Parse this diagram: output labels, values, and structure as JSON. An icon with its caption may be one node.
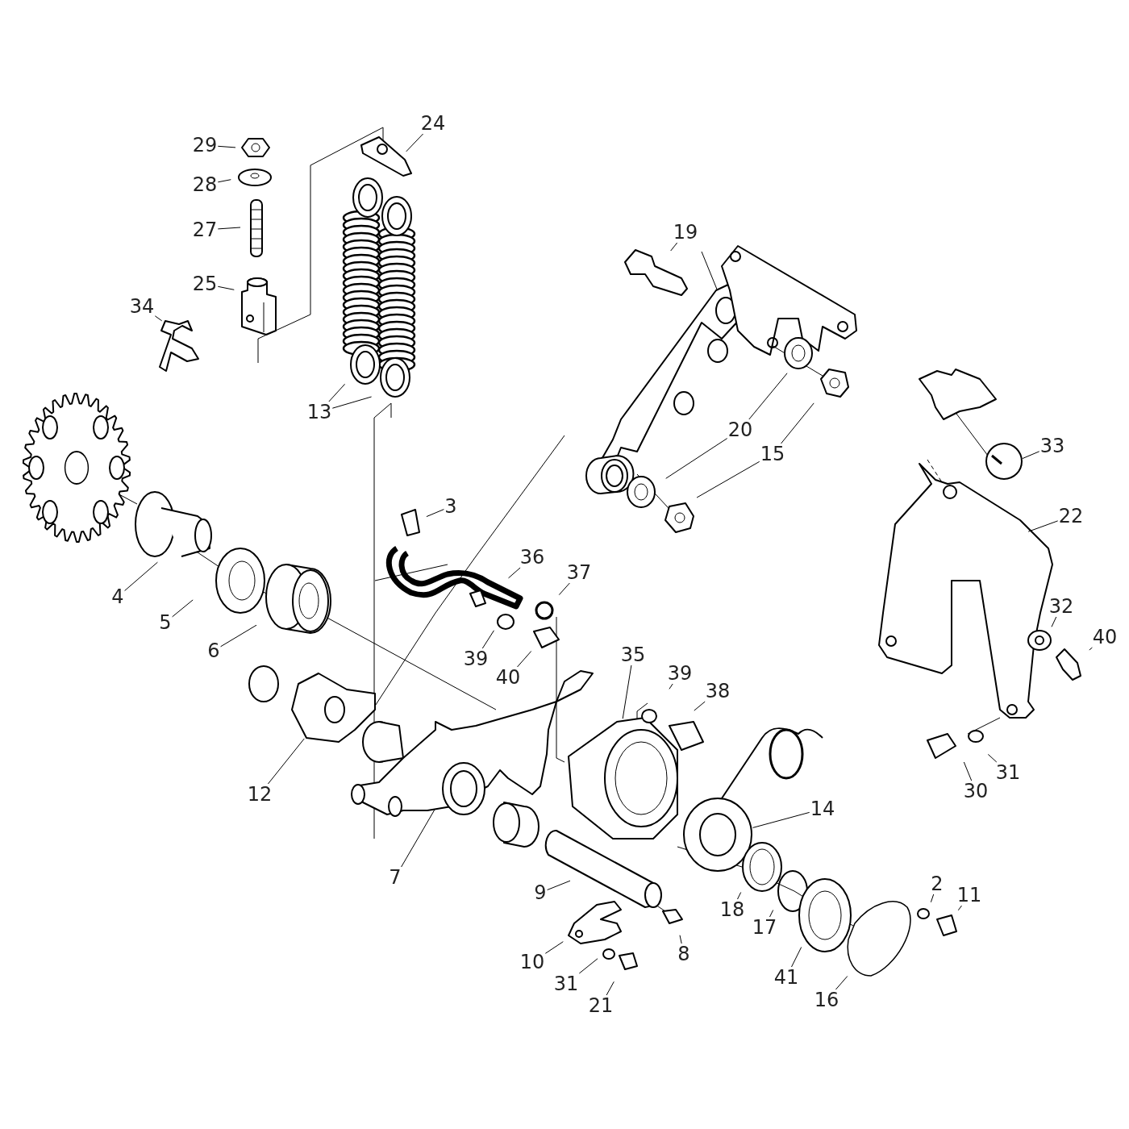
{
  "diagram": {
    "nodes": [
      {
        "text": [
          "24"
        ]
      },
      {
        "text": [
          "29"
        ]
      },
      {
        "text": [
          "28"
        ]
      },
      {
        "text": [
          "27"
        ]
      },
      {
        "text": [
          "19"
        ]
      },
      {
        "text": [
          "25"
        ]
      },
      {
        "text": [
          "34"
        ]
      },
      {
        "text": [
          "13"
        ]
      },
      {
        "text": [
          "20"
        ]
      },
      {
        "text": [
          "33"
        ]
      },
      {
        "text": [
          "15"
        ]
      },
      {
        "text": [
          "3"
        ]
      },
      {
        "text": [
          "22"
        ]
      },
      {
        "text": [
          "36"
        ]
      },
      {
        "text": [
          "37"
        ]
      },
      {
        "text": [
          "4"
        ]
      },
      {
        "text": [
          "32"
        ]
      },
      {
        "text": [
          "5"
        ]
      },
      {
        "text": [
          "40"
        ]
      },
      {
        "text": [
          "6"
        ]
      },
      {
        "text": [
          "35"
        ]
      },
      {
        "text": [
          "39"
        ]
      },
      {
        "text": [
          "39"
        ]
      },
      {
        "text": [
          "40"
        ]
      },
      {
        "text": [
          "38"
        ]
      },
      {
        "text": [
          "31"
        ]
      },
      {
        "text": [
          "30"
        ]
      },
      {
        "text": [
          "12"
        ]
      },
      {
        "text": [
          "14"
        ]
      },
      {
        "text": [
          "2"
        ]
      },
      {
        "text": [
          "7"
        ]
      },
      {
        "text": [
          "9"
        ]
      },
      {
        "text": [
          "11"
        ]
      },
      {
        "text": [
          "18"
        ]
      },
      {
        "text": [
          "17"
        ]
      },
      {
        "text": [
          "8"
        ]
      },
      {
        "text": [
          "10"
        ]
      },
      {
        "text": [
          "41"
        ]
      },
      {
        "text": [
          "31"
        ]
      },
      {
        "text": [
          "16"
        ]
      },
      {
        "text": [
          "21"
        ]
      }
    ],
    "edges": [
      {
        "from": 0,
        "to": null,
        "arrow": "none"
      },
      {
        "from": 1,
        "to": null,
        "arrow": "none"
      },
      {
        "from": 2,
        "to": null,
        "arrow": "none"
      },
      {
        "from": 3,
        "to": null,
        "arrow": "none"
      },
      {
        "from": 4,
        "to": null,
        "arrow": "none"
      },
      {
        "from": 5,
        "to": null,
        "arrow": "none"
      },
      {
        "from": 6,
        "to": null,
        "arrow": "none"
      },
      {
        "from": 7,
        "to": null,
        "arrow": "none"
      },
      {
        "from": 7,
        "to": null,
        "arrow": "none"
      },
      {
        "from": 8,
        "to": null,
        "arrow": "none"
      },
      {
        "from": 8,
        "to": null,
        "arrow": "none"
      },
      {
        "from": 9,
        "to": null,
        "arrow": "none"
      },
      {
        "from": 10,
        "to": null,
        "arrow": "none"
      },
      {
        "from": 10,
        "to": null,
        "arrow": "none"
      },
      {
        "from": 11,
        "to": null,
        "arrow": "none"
      },
      {
        "from": 12,
        "to": null,
        "arrow": "none"
      },
      {
        "from": 13,
        "to": null,
        "arrow": "none"
      },
      {
        "from": 14,
        "to": null,
        "arrow": "none"
      },
      {
        "from": 15,
        "to": null,
        "arrow": "none"
      },
      {
        "from": 16,
        "to": null,
        "arrow": "none"
      },
      {
        "from": 17,
        "to": null,
        "arrow": "none"
      },
      {
        "from": 18,
        "to": null,
        "arrow": "none"
      },
      {
        "from": 19,
        "to": null,
        "arrow": "none"
      },
      {
        "from": 20,
        "to": null,
        "arrow": "none"
      },
      {
        "from": 21,
        "to": null,
        "arrow": "none"
      },
      {
        "from": 22,
        "to": null,
        "arrow": "none"
      },
      {
        "from": 23,
        "to": null,
        "arrow": "none"
      },
      {
        "from": 24,
        "to": null,
        "arrow": "none"
      },
      {
        "from": 25,
        "to": null,
        "arrow": "none"
      },
      {
        "from": 26,
        "to": null,
        "arrow": "none"
      },
      {
        "from": 27,
        "to": null,
        "arrow": "none"
      },
      {
        "from": 28,
        "to": null,
        "arrow": "none"
      },
      {
        "from": 29,
        "to": null,
        "arrow": "none"
      },
      {
        "from": 30,
        "to": null,
        "arrow": "none"
      },
      {
        "from": 31,
        "to": null,
        "arrow": "none"
      },
      {
        "from": 32,
        "to": null,
        "arrow": "none"
      },
      {
        "from": 33,
        "to": null,
        "arrow": "none"
      },
      {
        "from": 34,
        "to": null,
        "arrow": "none"
      },
      {
        "from": 35,
        "to": null,
        "arrow": "none"
      },
      {
        "from": 36,
        "to": null,
        "arrow": "none"
      },
      {
        "from": 37,
        "to": null,
        "arrow": "none"
      },
      {
        "from": 38,
        "to": null,
        "arrow": "none"
      },
      {
        "from": 39,
        "to": null,
        "arrow": "none"
      },
      {
        "from": 40,
        "to": null,
        "arrow": "none"
      }
    ]
  }
}
